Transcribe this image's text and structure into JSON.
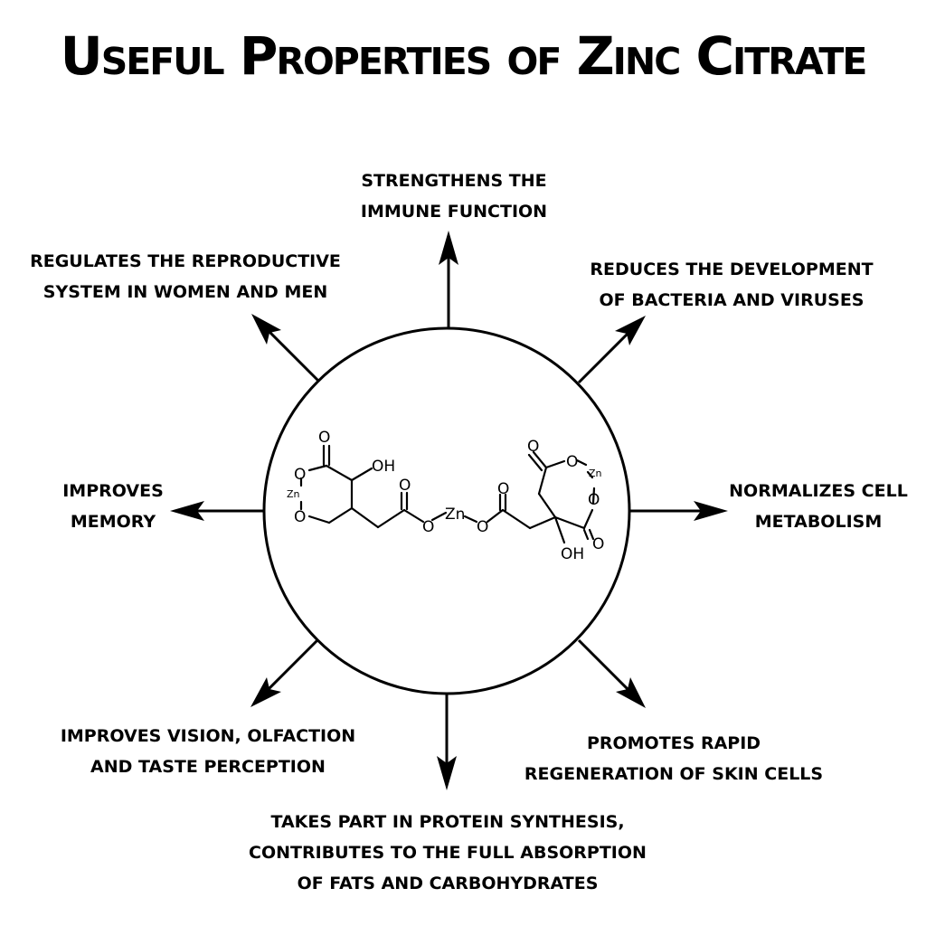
{
  "title": "Useful Properties of Zinc Citrate",
  "properties": {
    "immune": [
      "STRENGTHENS THE",
      "IMMUNE FUNCTION"
    ],
    "bacteria": [
      "REDUCES THE DEVELOPMENT",
      "OF BACTERIA AND VIRUSES"
    ],
    "reproductive": [
      "REGULATES THE REPRODUCTIVE",
      "SYSTEM IN WOMEN AND MEN"
    ],
    "memory": [
      "IMPROVES",
      "MEMORY"
    ],
    "metabolism": [
      "NORMALIZES CELL",
      "METABOLISM"
    ],
    "vision": [
      "IMPROVES VISION, OLFACTION",
      "AND TASTE PERCEPTION"
    ],
    "skin": [
      "PROMOTES RAPID",
      "REGENERATION OF SKIN CELLS"
    ],
    "protein": [
      "TAKES PART IN PROTEIN SYNTHESIS,",
      "CONTRIBUTES TO THE FULL ABSORPTION",
      "OF FATS AND CARBOHYDRATES"
    ]
  },
  "molecule": {
    "oxygen": "O",
    "hydroxyl": "OH",
    "zinc": "Zn"
  },
  "colors": {
    "ink": "#000000",
    "background": "#ffffff"
  }
}
